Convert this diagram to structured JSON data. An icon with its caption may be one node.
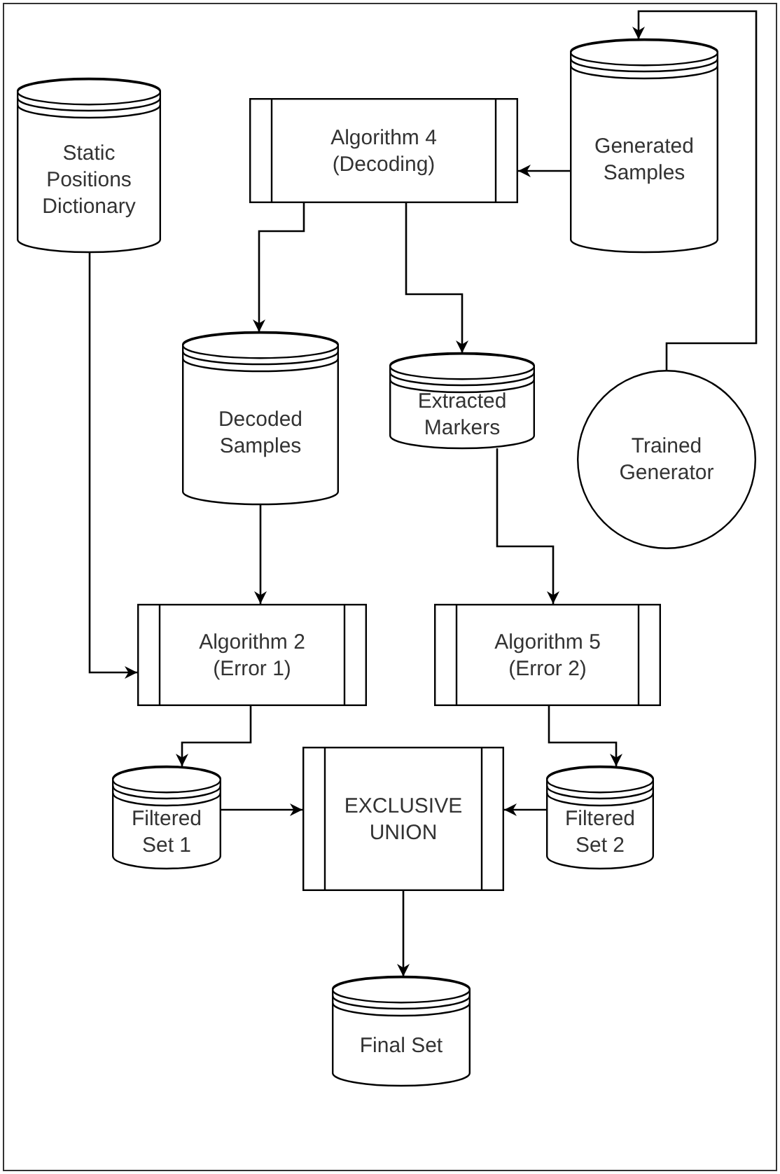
{
  "diagram": {
    "nodes": [
      {
        "text": [
          "Static Positions Dictionary"
        ]
      },
      {
        "text": [
          "Algorithm 4 (Decoding)"
        ]
      },
      {
        "text": [
          "Generated Samples"
        ]
      },
      {
        "text": [
          "Decoded Samples"
        ]
      },
      {
        "text": [
          "Extracted Markers"
        ]
      },
      {
        "text": [
          "Trained Generator"
        ]
      },
      {
        "text": [
          "Algorithm 2 (Error 1)"
        ]
      },
      {
        "text": [
          "Algorithm 5 (Error 2)"
        ]
      },
      {
        "text": [
          "Filtered Set 1"
        ]
      },
      {
        "text": [
          "EXCLUSIVE UNION"
        ]
      },
      {
        "text": [
          "Filtered Set 2"
        ]
      },
      {
        "text": [
          "Final Set"
        ]
      }
    ],
    "edges": [
      {
        "from": 2,
        "to": 1,
        "arrow": "to"
      },
      {
        "from": 5,
        "to": 2,
        "arrow": "to"
      },
      {
        "from": 1,
        "to": 3,
        "arrow": "to"
      },
      {
        "from": 1,
        "to": 4,
        "arrow": "to"
      },
      {
        "from": 0,
        "to": 6,
        "arrow": "to"
      },
      {
        "from": 3,
        "to": 6,
        "arrow": "to"
      },
      {
        "from": 4,
        "to": 7,
        "arrow": "to"
      },
      {
        "from": 6,
        "to": 8,
        "arrow": "to"
      },
      {
        "from": 7,
        "to": 10,
        "arrow": "to"
      },
      {
        "from": 8,
        "to": 9,
        "arrow": "to"
      },
      {
        "from": 10,
        "to": 9,
        "arrow": "to"
      },
      {
        "from": 9,
        "to": 11,
        "arrow": "to"
      }
    ]
  }
}
